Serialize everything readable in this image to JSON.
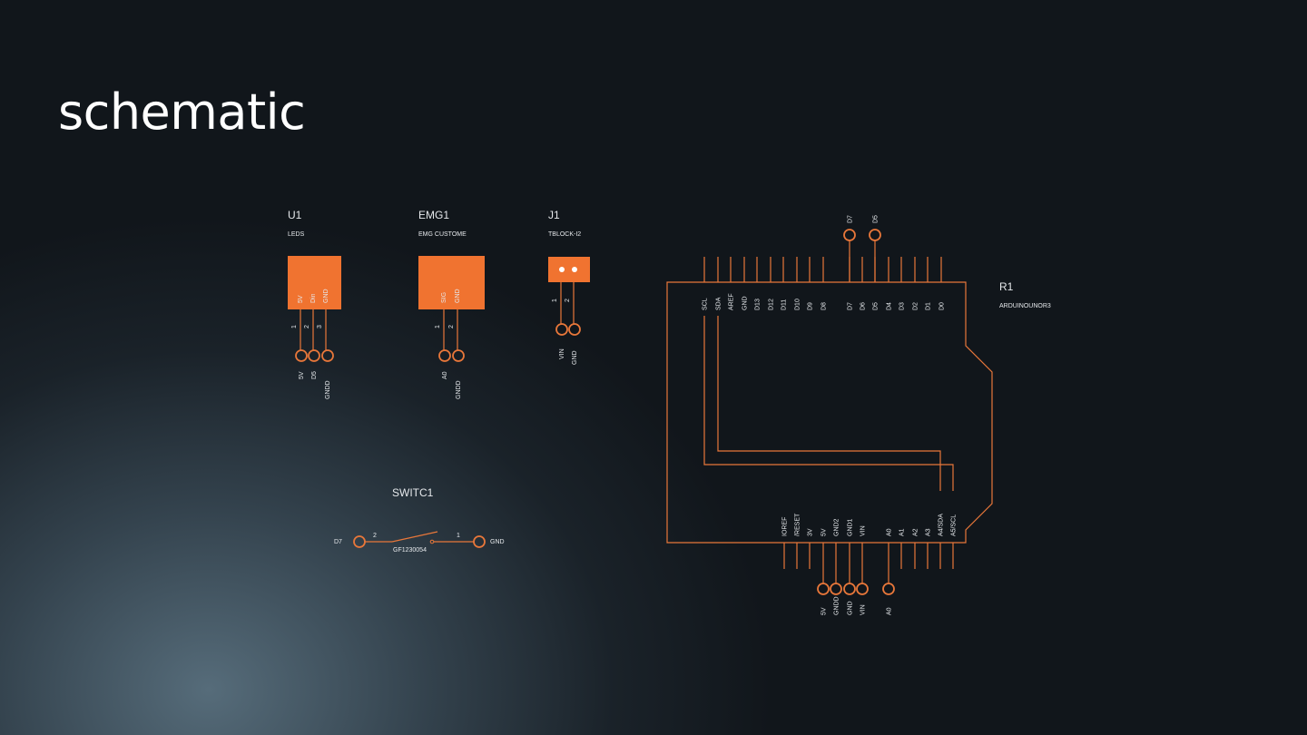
{
  "title": "schematic",
  "colors": {
    "accent": "#f07330",
    "wire": "#e8773a",
    "text": "#e6e9ec"
  },
  "u1": {
    "ref": "U1",
    "value": "LEDS",
    "pins": [
      "5V",
      "Din",
      "GND"
    ],
    "numbers": [
      "1",
      "2",
      "3"
    ],
    "nets": [
      "5V",
      "D5",
      "GNDD"
    ]
  },
  "emg1": {
    "ref": "EMG1",
    "value": "EMG CUSTOME",
    "pins": [
      "SIG",
      "GND"
    ],
    "numbers": [
      "1",
      "2"
    ],
    "nets": [
      "A0",
      "GNDD"
    ]
  },
  "j1": {
    "ref": "J1",
    "value": "TBLOCK-I2",
    "numbers": [
      "1",
      "2"
    ],
    "nets": [
      "VIN",
      "GND"
    ]
  },
  "switch": {
    "ref": "SWITC1",
    "value": "GF1230054",
    "left_net": "D7",
    "right_net": "GND",
    "left_pin": "2",
    "right_pin": "1"
  },
  "r1": {
    "ref": "R1",
    "value": "ARDUINOUNOR3",
    "top_pins": [
      "SCL",
      "SDA",
      "AREF",
      "GND",
      "D13",
      "D12",
      "D11",
      "D10",
      "D9",
      "D8",
      "D7",
      "D6",
      "D5",
      "D4",
      "D3",
      "D2",
      "D1",
      "D0"
    ],
    "top_nets": [
      "D7",
      "D5"
    ],
    "bottom_pins": [
      "IOREF",
      "/RESET",
      "3V",
      "5V",
      "GND2",
      "GND1",
      "VIN",
      "A0",
      "A1",
      "A2",
      "A3",
      "A4/SDA",
      "A5/SCL"
    ],
    "bottom_nets": [
      "5V",
      "GNDD",
      "GND",
      "VIN",
      "A0"
    ]
  }
}
